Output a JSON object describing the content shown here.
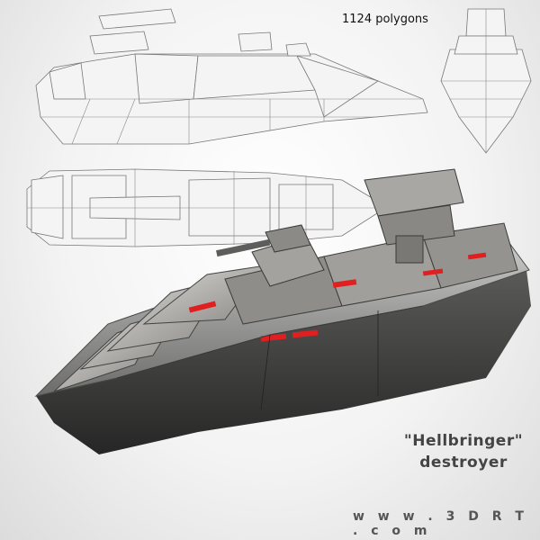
{
  "poly_count": "1124 polygons",
  "ship_name": "\"Hellbringer\"",
  "ship_class": "destroyer",
  "site_url": "w w w . 3 D R T . c o m",
  "colors": {
    "background": "#f3f3f3",
    "hull_metal": "#9a9a98",
    "hull_dark": "#3a3a3a",
    "accent_red": "#e02020",
    "wireframe": "#777777"
  }
}
